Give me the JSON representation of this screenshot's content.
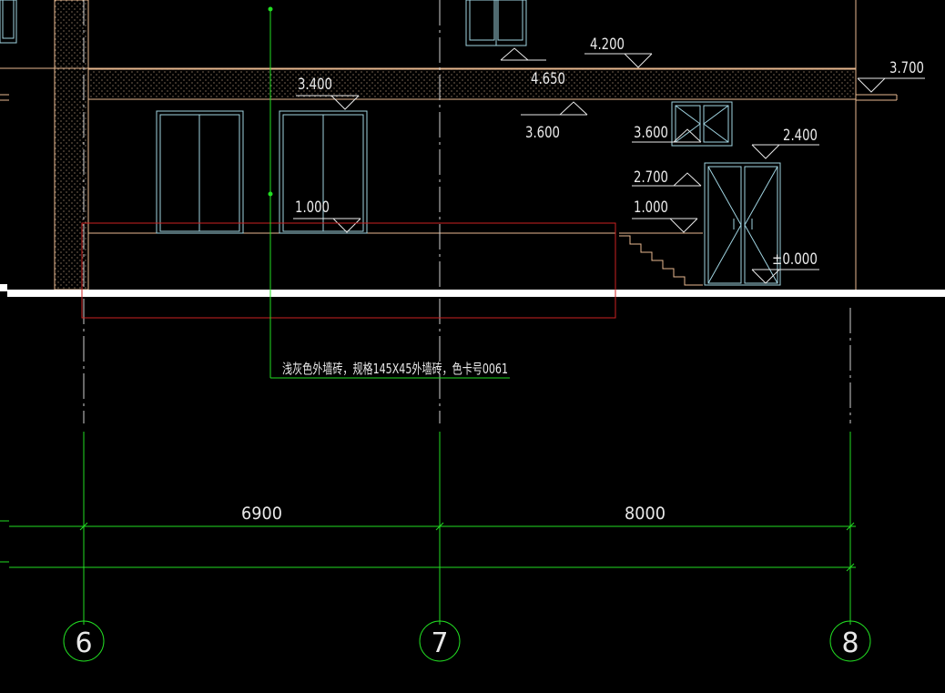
{
  "drawing": {
    "elevations": {
      "e4200": "4.200",
      "e4650": "4.650",
      "e3700": "3.700",
      "e3400": "3.400",
      "e3600_left": "3.600",
      "e3600_right": "3.600",
      "e2400": "2.400",
      "e2700": "2.700",
      "e1000_left": "1.000",
      "e1000_right": "1.000",
      "e0000": "±0.000"
    },
    "note": "浅灰色外墙砖，规格145X45外墙砖，色卡号0061",
    "dimensions": {
      "span_6_7": "6900",
      "span_7_8": "8000"
    },
    "axes": {
      "a6": "6",
      "a7": "7",
      "a8": "8"
    },
    "colors": {
      "background": "#000000",
      "wall": "#e8b98f",
      "window": "#9fd3e0",
      "dimension": "#22dd22",
      "highlight": "#cc2222",
      "ground": "#ffffff"
    }
  }
}
